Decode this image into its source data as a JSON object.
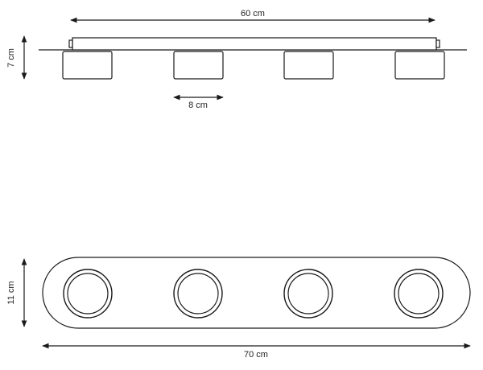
{
  "dimensions": {
    "top_width": "60 cm",
    "side_height": "7 cm",
    "spot_width": "8 cm",
    "bottom_height": "11 cm",
    "bottom_width": "70 cm"
  },
  "views": {
    "side_view": {
      "spot_count": 4
    },
    "top_view": {
      "spot_count": 4
    }
  },
  "colors": {
    "line": "#1a1a1a",
    "text": "#222222",
    "background": "#ffffff"
  }
}
